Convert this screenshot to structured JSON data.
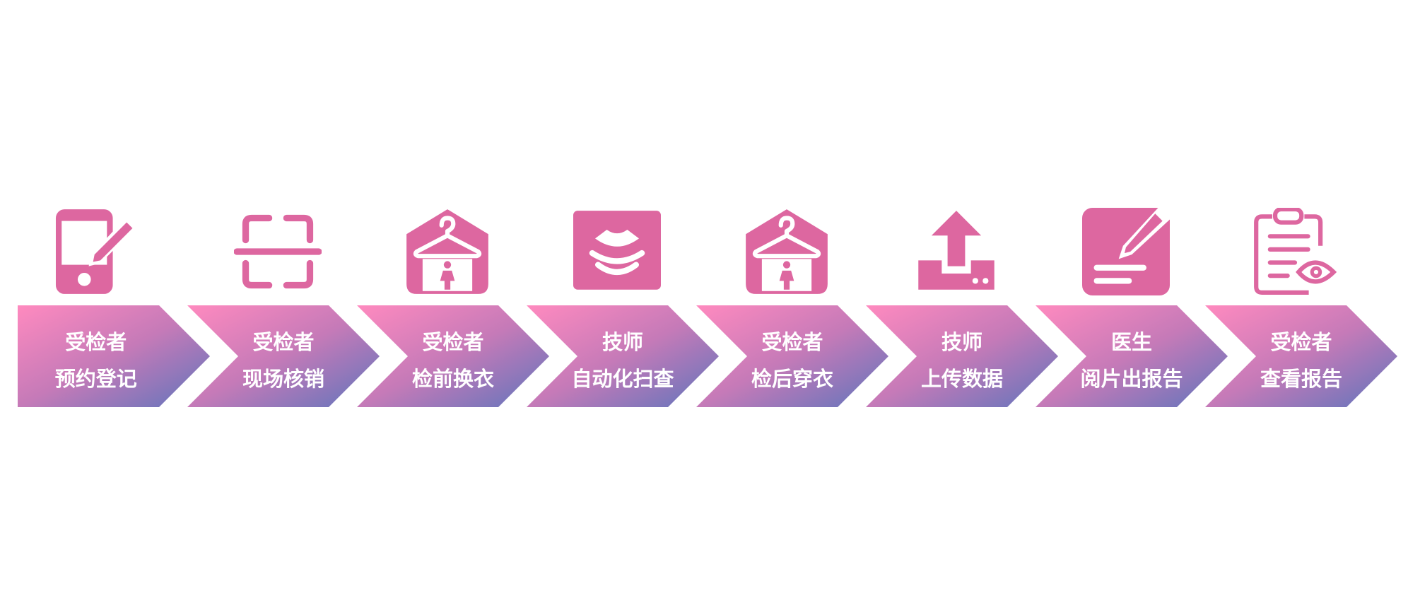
{
  "colors": {
    "icon": "#DD67A0",
    "gradient_start": "#FF8ABF",
    "gradient_mid": "#C57AB8",
    "gradient_end": "#5E75BC",
    "label_text": "#FFFFFF"
  },
  "steps": [
    {
      "role": "受检者",
      "action": "预约登记",
      "icon": "phone-edit-icon"
    },
    {
      "role": "受检者",
      "action": "现场核销",
      "icon": "scan-frame-icon"
    },
    {
      "role": "受检者",
      "action": "检前换衣",
      "icon": "hanger-changing-icon"
    },
    {
      "role": "技师",
      "action": "自动化扫查",
      "icon": "ultrasound-scan-icon"
    },
    {
      "role": "受检者",
      "action": "检后穿衣",
      "icon": "hanger-changing-icon"
    },
    {
      "role": "技师",
      "action": "上传数据",
      "icon": "upload-icon"
    },
    {
      "role": "医生",
      "action": "阅片出报告",
      "icon": "report-write-icon"
    },
    {
      "role": "受检者",
      "action": "查看报告",
      "icon": "clipboard-view-icon"
    }
  ]
}
